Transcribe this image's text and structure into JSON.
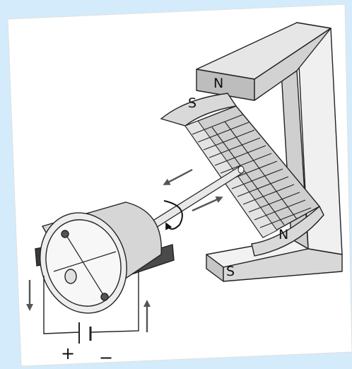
{
  "diagram": {
    "magnet_poles": {
      "top_n": "N",
      "top_s": "S",
      "bottom_n": "N",
      "bottom_s": "S"
    },
    "battery": {
      "positive": "+",
      "negative": "−"
    }
  }
}
